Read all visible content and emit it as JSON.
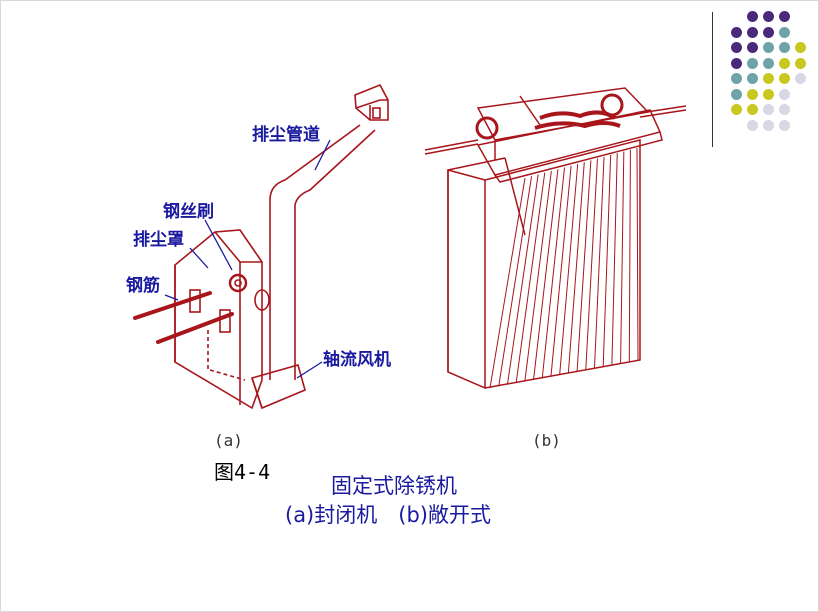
{
  "decoration": {
    "dot_rows": [
      [
        "#4b2a7b",
        "#4b2a7b",
        "#4b2a7b"
      ],
      [
        "#4b2a7b",
        "#4b2a7b",
        "#4b2a7b",
        "#6ea3a8"
      ],
      [
        "#4b2a7b",
        "#4b2a7b",
        "#6ea3a8",
        "#6ea3a8",
        "#c8c820"
      ],
      [
        "#4b2a7b",
        "#6ea3a8",
        "#6ea3a8",
        "#c8c820",
        "#c8c820"
      ],
      [
        "#6ea3a8",
        "#6ea3a8",
        "#c8c820",
        "#c8c820",
        "#d7d7e6"
      ],
      [
        "#6ea3a8",
        "#c8c820",
        "#c8c820",
        "#d7d7e6"
      ],
      [
        "#c8c820",
        "#c8c820",
        "#d7d7e6",
        "#d7d7e6"
      ],
      [
        "#d7d7e6",
        "#d7d7e6",
        "#d7d7e6"
      ]
    ]
  },
  "diagram": {
    "labels": {
      "exhaust_pipe": "排尘管道",
      "wire_brush": "钢丝刷",
      "dust_hood": "排尘罩",
      "rebar": "钢筋",
      "axial_fan": "轴流风机"
    },
    "sub_a": "(a)",
    "sub_b": "(b)",
    "figure_no": "图4-4",
    "caption_title": "固定式除锈机",
    "caption_sub": "(a)封闭机　(b)敞开式"
  },
  "colors": {
    "line": "#a8161c",
    "label": "#1a1aa0"
  }
}
